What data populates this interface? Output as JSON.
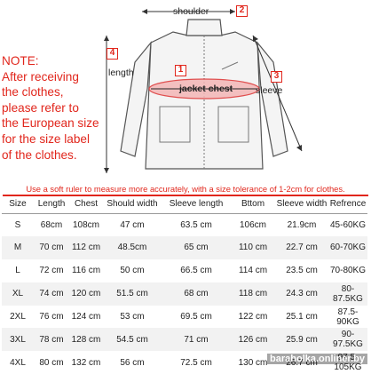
{
  "note": {
    "lines": [
      "NOTE:",
      "After receiving",
      "the clothes,",
      "please refer to",
      "the European size",
      "for the size label",
      "of the clothes."
    ]
  },
  "illustration": {
    "labels": {
      "shoulder": "shoulder",
      "length": "length",
      "jacket_chest": "jacket chest",
      "sleeve": "sleeve"
    },
    "markers": [
      "1",
      "2",
      "3",
      "4"
    ]
  },
  "measure_note": "Use a soft ruler to measure more accurately, with a size tolerance of 1-2cm for clothes.",
  "table": {
    "headers": [
      "Size",
      "Length",
      "Chest",
      "Should width",
      "Sleeve length",
      "Bttom",
      "Sleeve width",
      "Refrence"
    ],
    "rows": [
      [
        "S",
        "68cm",
        "108cm",
        "47 cm",
        "63.5 cm",
        "106cm",
        "21.9cm",
        "45-60KG"
      ],
      [
        "M",
        "70 cm",
        "112 cm",
        "48.5cm",
        "65 cm",
        "110 cm",
        "22.7 cm",
        "60-70KG"
      ],
      [
        "L",
        "72 cm",
        "116 cm",
        "50 cm",
        "66.5 cm",
        "114 cm",
        "23.5 cm",
        "70-80KG"
      ],
      [
        "XL",
        "74 cm",
        "120 cm",
        "51.5 cm",
        "68 cm",
        "118 cm",
        "24.3 cm",
        "80-87.5KG"
      ],
      [
        "2XL",
        "76 cm",
        "124 cm",
        "53 cm",
        "69.5 cm",
        "122 cm",
        "25.1 cm",
        "87.5-90KG"
      ],
      [
        "3XL",
        "78 cm",
        "128 cm",
        "54.5 cm",
        "71 cm",
        "126 cm",
        "25.9 cm",
        "90-97.5KG"
      ],
      [
        "4XL",
        "80 cm",
        "132 cm",
        "56 cm",
        "72.5 cm",
        "130 cm",
        "26.7 cm",
        "97.5-105KG"
      ]
    ]
  },
  "watermark": "baraholka.onliner.by",
  "colors": {
    "accent": "#e1261c",
    "text": "#222222",
    "zebra": "#f2f2f2"
  }
}
